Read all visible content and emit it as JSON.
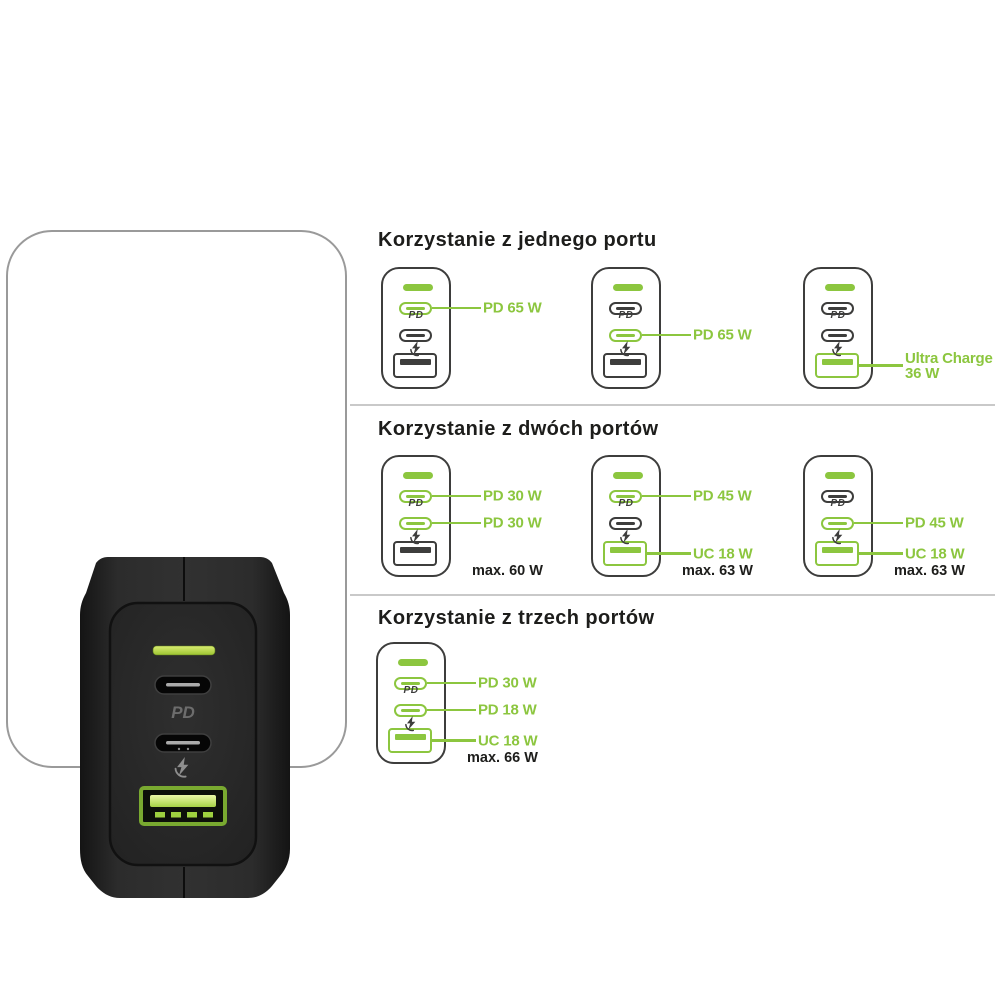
{
  "colors": {
    "green": "#8cc63f",
    "icon_dark": "#3d3d3c",
    "heading_text": "#1d1d1b",
    "divider": "#c9c9c9",
    "card_border": "#9a9a9a",
    "led_lime": "#aed437"
  },
  "photo": {
    "description": "black GaN wall charger front view with two USB-C ports and one green USB-A port",
    "pd_text": "PD"
  },
  "diagram_common": {
    "pd_text": "PD"
  },
  "sections": [
    {
      "title": "Korzystanie z jednego portu",
      "diagrams": [
        {
          "usbc1": {
            "active": true,
            "label": "PD 65 W"
          },
          "usbc2": {
            "active": false,
            "label": null
          },
          "usba": {
            "active": false,
            "label": null
          },
          "max": null
        },
        {
          "usbc1": {
            "active": false,
            "label": null
          },
          "usbc2": {
            "active": true,
            "label": "PD 65 W"
          },
          "usba": {
            "active": false,
            "label": null
          },
          "max": null
        },
        {
          "usbc1": {
            "active": false,
            "label": null
          },
          "usbc2": {
            "active": false,
            "label": null
          },
          "usba": {
            "active": true,
            "label": "Ultra Charge\n36 W"
          },
          "max": null
        }
      ]
    },
    {
      "title": "Korzystanie z dwóch portów",
      "diagrams": [
        {
          "usbc1": {
            "active": true,
            "label": "PD 30 W"
          },
          "usbc2": {
            "active": true,
            "label": "PD 30 W"
          },
          "usba": {
            "active": false,
            "label": null
          },
          "max": "max. 60 W"
        },
        {
          "usbc1": {
            "active": true,
            "label": "PD 45 W"
          },
          "usbc2": {
            "active": false,
            "label": null
          },
          "usba": {
            "active": true,
            "label": "UC 18 W"
          },
          "max": "max. 63 W"
        },
        {
          "usbc1": {
            "active": false,
            "label": null
          },
          "usbc2": {
            "active": true,
            "label": "PD 45 W"
          },
          "usba": {
            "active": true,
            "label": "UC 18 W"
          },
          "max": "max. 63 W"
        }
      ]
    },
    {
      "title": "Korzystanie z trzech portów",
      "diagrams": [
        {
          "usbc1": {
            "active": true,
            "label": "PD 30 W"
          },
          "usbc2": {
            "active": true,
            "label": "PD 18 W"
          },
          "usba": {
            "active": true,
            "label": "UC 18 W"
          },
          "max": "max. 66 W"
        }
      ]
    }
  ]
}
